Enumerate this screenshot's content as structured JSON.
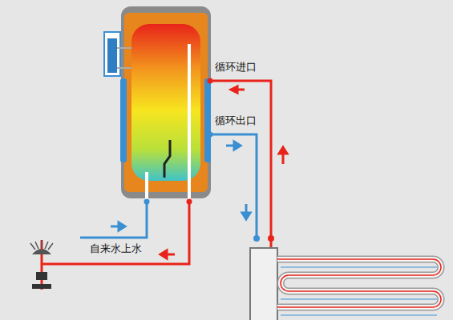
{
  "diagram": {
    "labels": [
      "循环进口",
      "循环出口",
      "自来水上水"
    ]
  }
}
